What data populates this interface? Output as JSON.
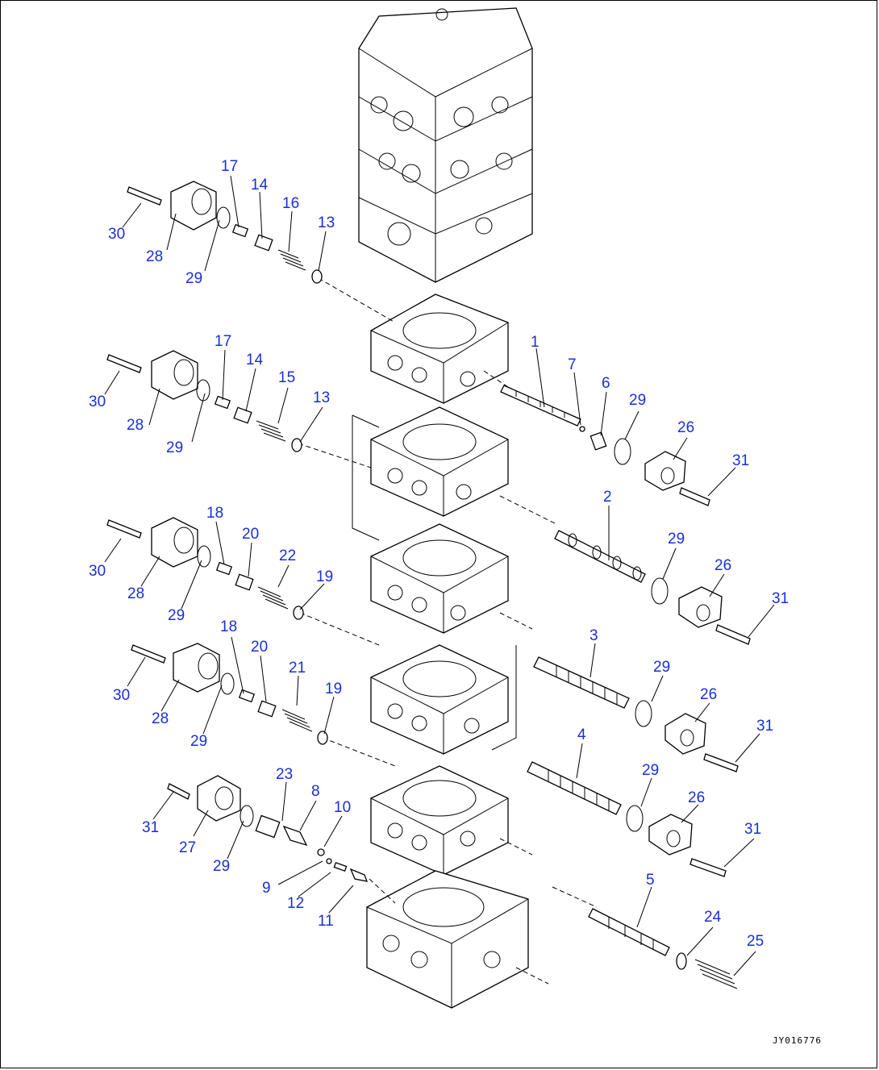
{
  "drawing_id": "JY016776",
  "parts": [
    {
      "id": "p17a",
      "label": "17"
    },
    {
      "id": "p14a",
      "label": "14"
    },
    {
      "id": "p16a",
      "label": "16"
    },
    {
      "id": "p30a",
      "label": "30"
    },
    {
      "id": "p13a",
      "label": "13"
    },
    {
      "id": "p28a",
      "label": "28"
    },
    {
      "id": "p29a",
      "label": "29"
    },
    {
      "id": "p17b",
      "label": "17"
    },
    {
      "id": "p1",
      "label": "1"
    },
    {
      "id": "p14b",
      "label": "14"
    },
    {
      "id": "p7",
      "label": "7"
    },
    {
      "id": "p15",
      "label": "15"
    },
    {
      "id": "p6",
      "label": "6"
    },
    {
      "id": "p30b",
      "label": "30"
    },
    {
      "id": "p13b",
      "label": "13"
    },
    {
      "id": "p29b",
      "label": "29"
    },
    {
      "id": "p28b",
      "label": "28"
    },
    {
      "id": "p26a",
      "label": "26"
    },
    {
      "id": "p29c",
      "label": "29"
    },
    {
      "id": "p31a",
      "label": "31"
    },
    {
      "id": "p2",
      "label": "2"
    },
    {
      "id": "p18a",
      "label": "18"
    },
    {
      "id": "p20a",
      "label": "20"
    },
    {
      "id": "p22",
      "label": "22"
    },
    {
      "id": "p29d",
      "label": "29"
    },
    {
      "id": "p30c",
      "label": "30"
    },
    {
      "id": "p26b",
      "label": "26"
    },
    {
      "id": "p19a",
      "label": "19"
    },
    {
      "id": "p28c",
      "label": "28"
    },
    {
      "id": "p31b",
      "label": "31"
    },
    {
      "id": "p29e",
      "label": "29"
    },
    {
      "id": "p3",
      "label": "3"
    },
    {
      "id": "p18b",
      "label": "18"
    },
    {
      "id": "p20b",
      "label": "20"
    },
    {
      "id": "p29f",
      "label": "29"
    },
    {
      "id": "p21",
      "label": "21"
    },
    {
      "id": "p19b",
      "label": "19"
    },
    {
      "id": "p30d",
      "label": "30"
    },
    {
      "id": "p26c",
      "label": "26"
    },
    {
      "id": "p28d",
      "label": "28"
    },
    {
      "id": "p31c",
      "label": "31"
    },
    {
      "id": "p29g",
      "label": "29"
    },
    {
      "id": "p4",
      "label": "4"
    },
    {
      "id": "p29h",
      "label": "29"
    },
    {
      "id": "p23",
      "label": "23"
    },
    {
      "id": "p8",
      "label": "8"
    },
    {
      "id": "p26d",
      "label": "26"
    },
    {
      "id": "p10",
      "label": "10"
    },
    {
      "id": "p31d",
      "label": "31"
    },
    {
      "id": "p31e",
      "label": "31"
    },
    {
      "id": "p27",
      "label": "27"
    },
    {
      "id": "p29i",
      "label": "29"
    },
    {
      "id": "p5",
      "label": "5"
    },
    {
      "id": "p9",
      "label": "9"
    },
    {
      "id": "p12",
      "label": "12"
    },
    {
      "id": "p11",
      "label": "11"
    },
    {
      "id": "p24",
      "label": "24"
    },
    {
      "id": "p25",
      "label": "25"
    }
  ]
}
